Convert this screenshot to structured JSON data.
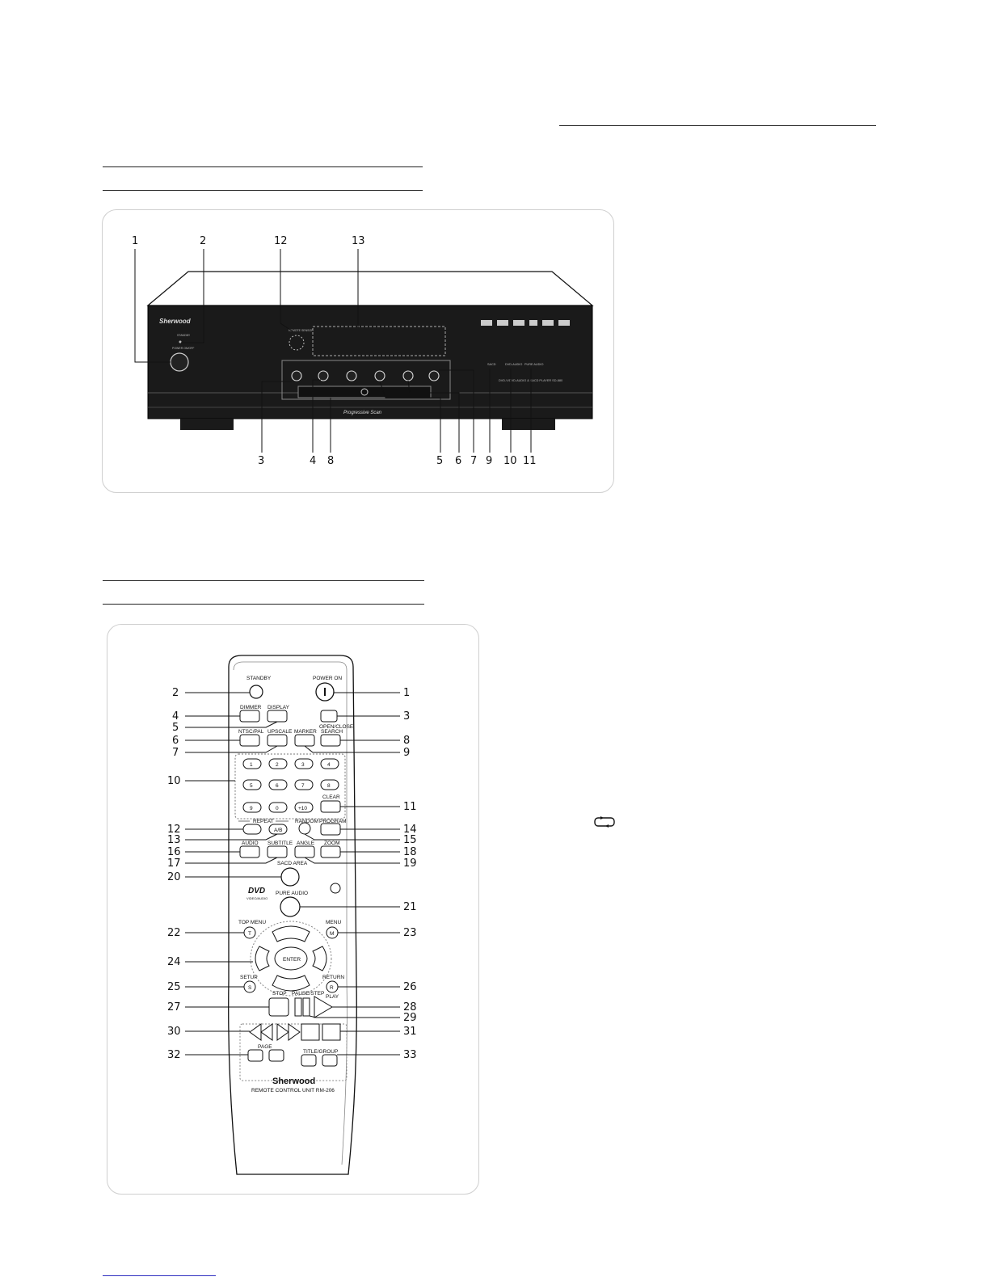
{
  "front_panel": {
    "callouts_top": [
      "1",
      "2",
      "12",
      "13"
    ],
    "callouts_bottom": [
      "3",
      "4",
      "8",
      "5",
      "6",
      "7",
      "9",
      "10",
      "11"
    ],
    "brand": "Sherwood",
    "tray_label": "Progressive Scan",
    "button_labels": {
      "power": "POWER ON/OFF",
      "standby": "STANDBY",
      "sensor": "REMOTE SENSOR"
    },
    "indicators": [
      "SACD",
      "DVD-AUDIO",
      "PURE AUDIO"
    ],
    "model_text": "DVD-V/DVD-AUDIO & SACD PLAYER SD-880"
  },
  "remote": {
    "callouts_left": [
      "2",
      "4",
      "5",
      "6",
      "7",
      "10",
      "12",
      "13",
      "16",
      "17",
      "20",
      "22",
      "24",
      "25",
      "27",
      "30",
      "32"
    ],
    "callouts_right": [
      "1",
      "3",
      "8",
      "9",
      "11",
      "14",
      "15",
      "18",
      "19",
      "21",
      "23",
      "26",
      "28",
      "29",
      "31",
      "33"
    ],
    "labels": {
      "standby": "STANDBY",
      "power_on": "POWER ON",
      "dimmer": "DIMMER",
      "display": "DISPLAY",
      "open_close": "OPEN/CLOSE",
      "ntsc_pal": "NTSC/PAL",
      "upscale": "UPSCALE",
      "marker": "MARKER",
      "search": "SEARCH",
      "clear": "CLEAR",
      "repeat": "REPEAT",
      "ab": "A/B",
      "random": "RANDOM",
      "program": "PROGRAM",
      "audio": "AUDIO",
      "subtitle": "SUBTITLE",
      "angle": "ANGLE",
      "zoom": "ZOOM",
      "sacd_area": "SACD AREA",
      "pure_audio": "PURE AUDIO",
      "top_menu": "TOP MENU",
      "menu": "MENU",
      "enter": "ENTER",
      "setup": "SETUP",
      "return": "RETURN",
      "stop": "STOP",
      "pause_step": "PAUSE/STEP",
      "play": "PLAY",
      "page": "PAGE",
      "title_group": "TITLE/GROUP",
      "t": "T",
      "m": "M",
      "s": "S",
      "r": "R",
      "brand": "Sherwood",
      "unit": "REMOTE CONTROL UNIT RM-206",
      "dvd_logo": "DVD",
      "dvd_sub": "VIDEO/AUDIO"
    },
    "numpad": [
      "1",
      "2",
      "3",
      "4",
      "5",
      "6",
      "7",
      "8",
      "9",
      "0",
      "+10"
    ]
  }
}
